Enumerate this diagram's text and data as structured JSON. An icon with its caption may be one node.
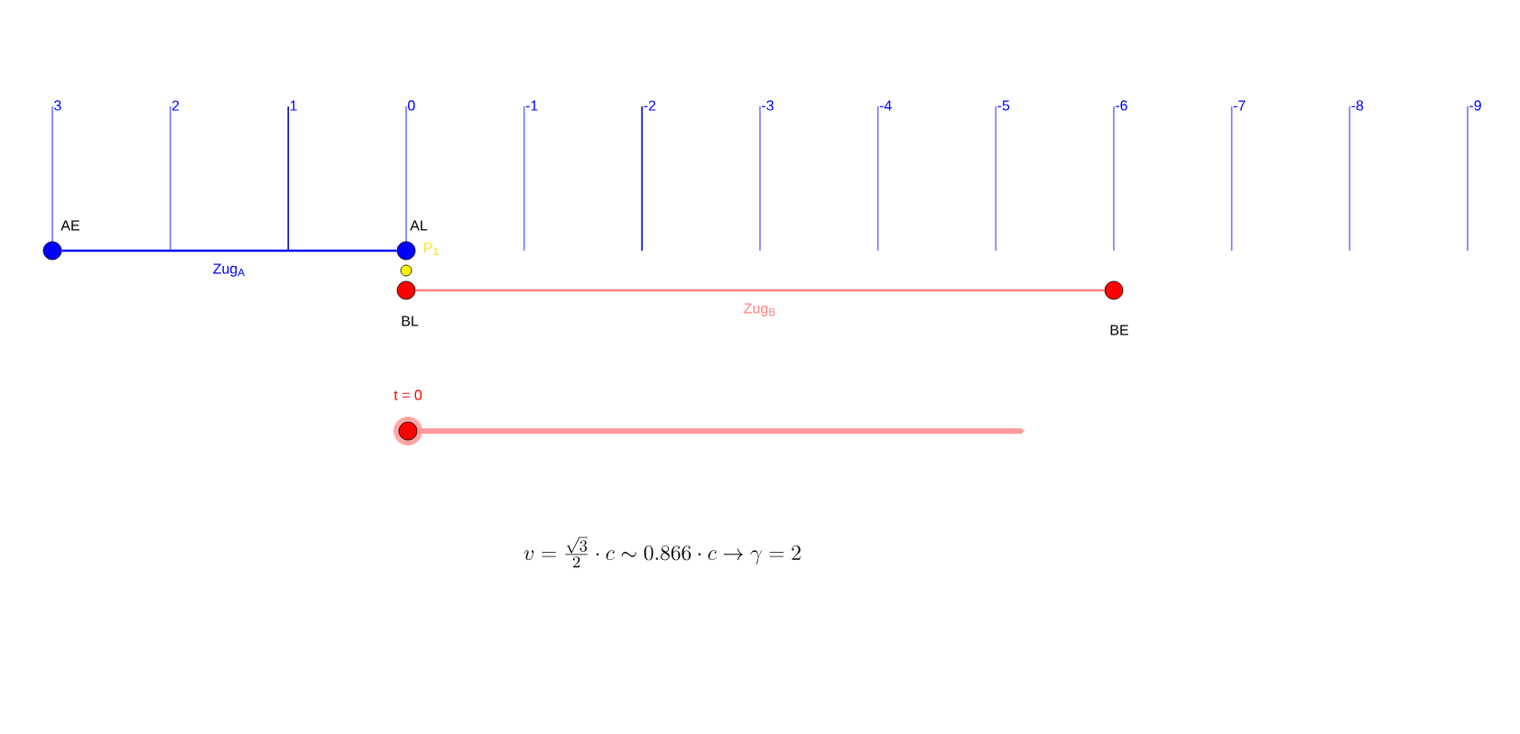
{
  "diagram": {
    "nodes": [
      {
        "text": [
          "AE"
        ]
      },
      {
        "text": [
          "AL"
        ]
      },
      {
        "text": [
          "P$_{1}$"
        ]
      },
      {
        "text": [
          "BL"
        ]
      },
      {
        "text": [
          "BE"
        ]
      },
      {
        "text": [
          "t = 0"
        ]
      }
    ],
    "edges": [
      {
        "from": 0,
        "to": 1,
        "arrow": "none",
        "label": "Zug$_{A}$",
        "color": "#0000ff"
      },
      {
        "from": 3,
        "to": 4,
        "arrow": "none",
        "label": "Zug$_{B}$",
        "color": "#ff8080"
      },
      {
        "from": 5,
        "to": null,
        "arrow": "to",
        "style": "thick",
        "color": "#ff9999"
      }
    ],
    "labels": [
      "3",
      "2",
      "1",
      "0",
      "-1",
      "-2",
      "-3",
      "-4",
      "-5",
      "-6",
      "-7",
      "-8",
      "-9",
      "v = \\frac{\\sqrt{3}}{2} \\cdot c \\sim 0.866 \\cdot c \\to \\gamma = 2"
    ]
  }
}
